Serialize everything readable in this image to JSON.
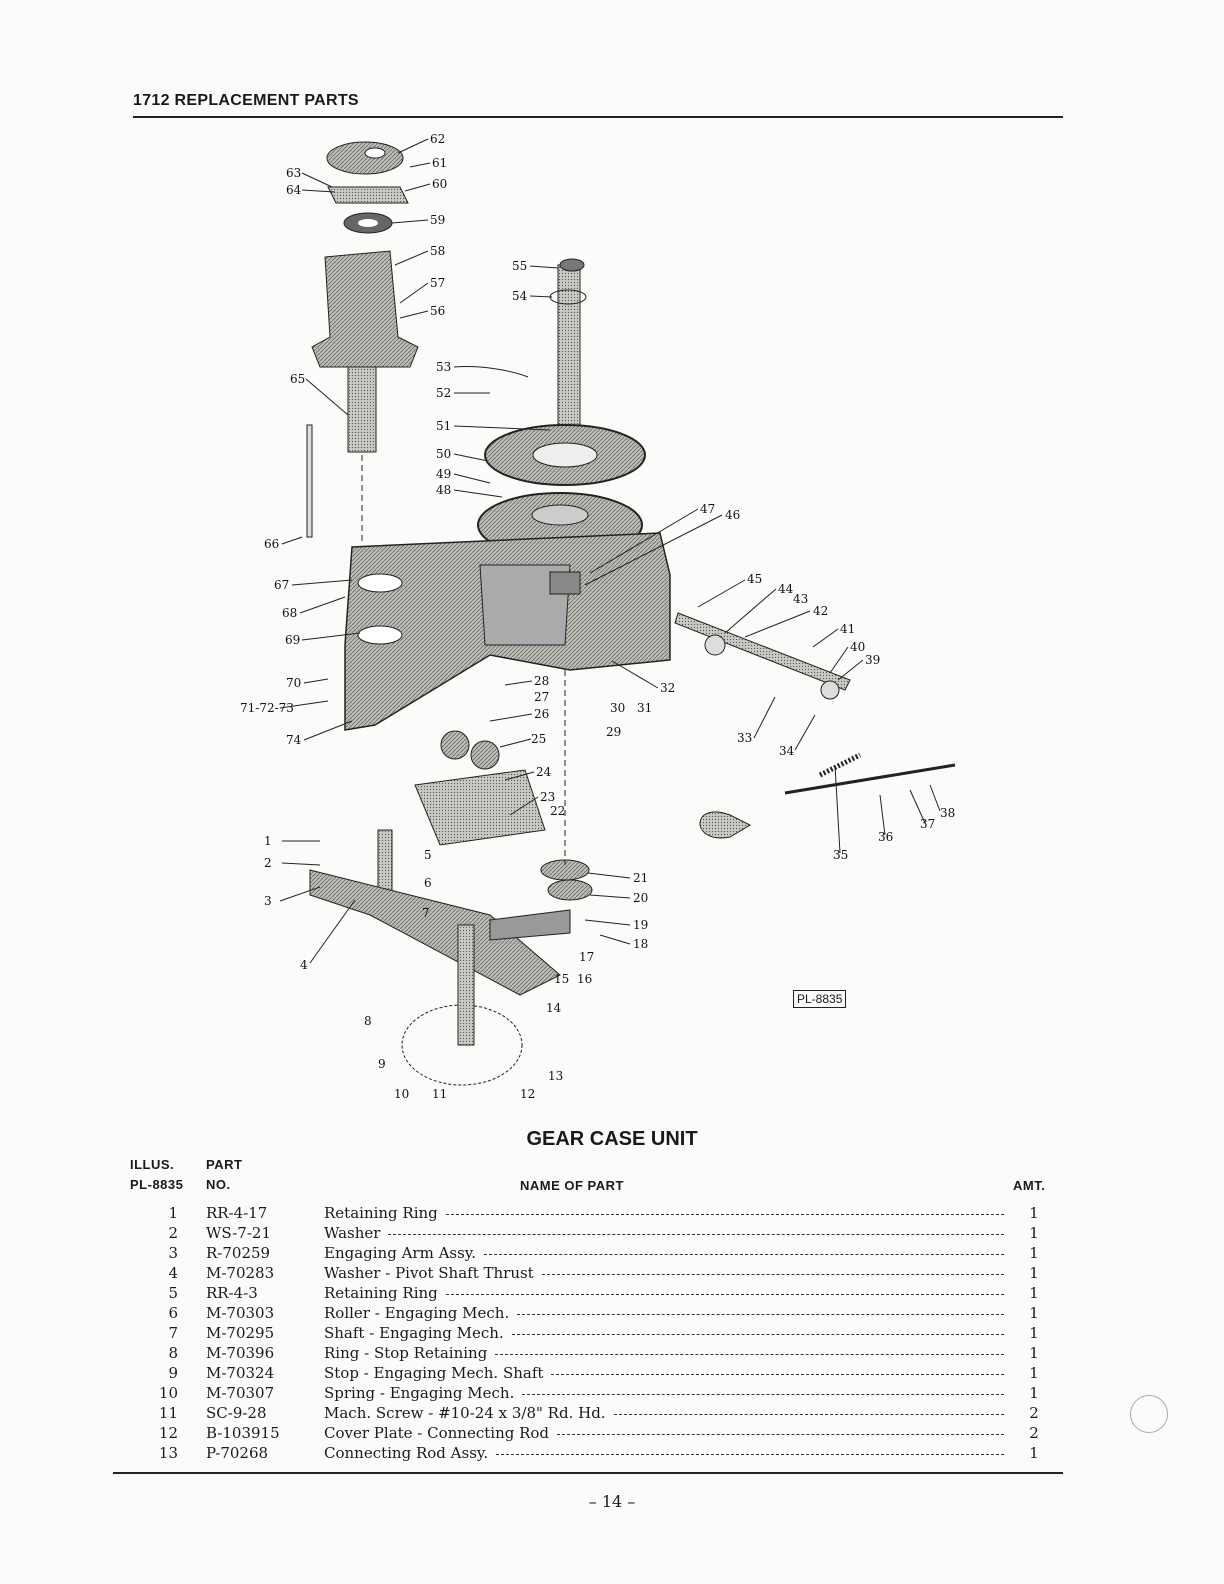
{
  "header": {
    "title": "1712 REPLACEMENT PARTS"
  },
  "diagram": {
    "ref_code": "PL-8835",
    "callouts": [
      "1",
      "2",
      "3",
      "4",
      "5",
      "6",
      "7",
      "8",
      "9",
      "10",
      "11",
      "12",
      "13",
      "14",
      "15",
      "16",
      "17",
      "18",
      "19",
      "20",
      "21",
      "22",
      "23",
      "24",
      "25",
      "26",
      "27",
      "28",
      "29",
      "30",
      "31",
      "32",
      "33",
      "34",
      "35",
      "36",
      "37",
      "38",
      "39",
      "40",
      "41",
      "42",
      "43",
      "44",
      "45",
      "46",
      "47",
      "48",
      "49",
      "50",
      "51",
      "52",
      "53",
      "54",
      "55",
      "56",
      "57",
      "58",
      "59",
      "60",
      "61",
      "62",
      "63",
      "64",
      "65",
      "66",
      "67",
      "68",
      "69",
      "70",
      "71-72-73",
      "74"
    ]
  },
  "section": {
    "title": "GEAR CASE UNIT",
    "col_illus": "ILLUS.",
    "col_illus2": "PL-8835",
    "col_part": "PART",
    "col_part2": "NO.",
    "col_name": "NAME OF PART",
    "col_amt": "AMT."
  },
  "parts": [
    {
      "num": "1",
      "part_no": "RR-4-17",
      "name": "Retaining Ring",
      "amt": "1"
    },
    {
      "num": "2",
      "part_no": "WS-7-21",
      "name": "Washer",
      "amt": "1"
    },
    {
      "num": "3",
      "part_no": "R-70259",
      "name": "Engaging Arm Assy.",
      "amt": "1"
    },
    {
      "num": "4",
      "part_no": "M-70283",
      "name": "Washer - Pivot Shaft Thrust",
      "amt": "1"
    },
    {
      "num": "5",
      "part_no": "RR-4-3",
      "name": "Retaining Ring",
      "amt": "1"
    },
    {
      "num": "6",
      "part_no": "M-70303",
      "name": "Roller - Engaging Mech.",
      "amt": "1"
    },
    {
      "num": "7",
      "part_no": "M-70295",
      "name": "Shaft - Engaging Mech.",
      "amt": "1"
    },
    {
      "num": "8",
      "part_no": "M-70396",
      "name": "Ring - Stop Retaining",
      "amt": "1"
    },
    {
      "num": "9",
      "part_no": "M-70324",
      "name": "Stop - Engaging Mech. Shaft",
      "amt": "1"
    },
    {
      "num": "10",
      "part_no": "M-70307",
      "name": "Spring - Engaging Mech.",
      "amt": "1"
    },
    {
      "num": "11",
      "part_no": "SC-9-28",
      "name": "Mach. Screw - #10-24 x 3/8\" Rd. Hd.",
      "amt": "2"
    },
    {
      "num": "12",
      "part_no": "B-103915",
      "name": "Cover Plate - Connecting Rod",
      "amt": "2"
    },
    {
      "num": "13",
      "part_no": "P-70268",
      "name": "Connecting Rod Assy.",
      "amt": "1"
    }
  ],
  "footer": {
    "page": "– 14 –"
  }
}
